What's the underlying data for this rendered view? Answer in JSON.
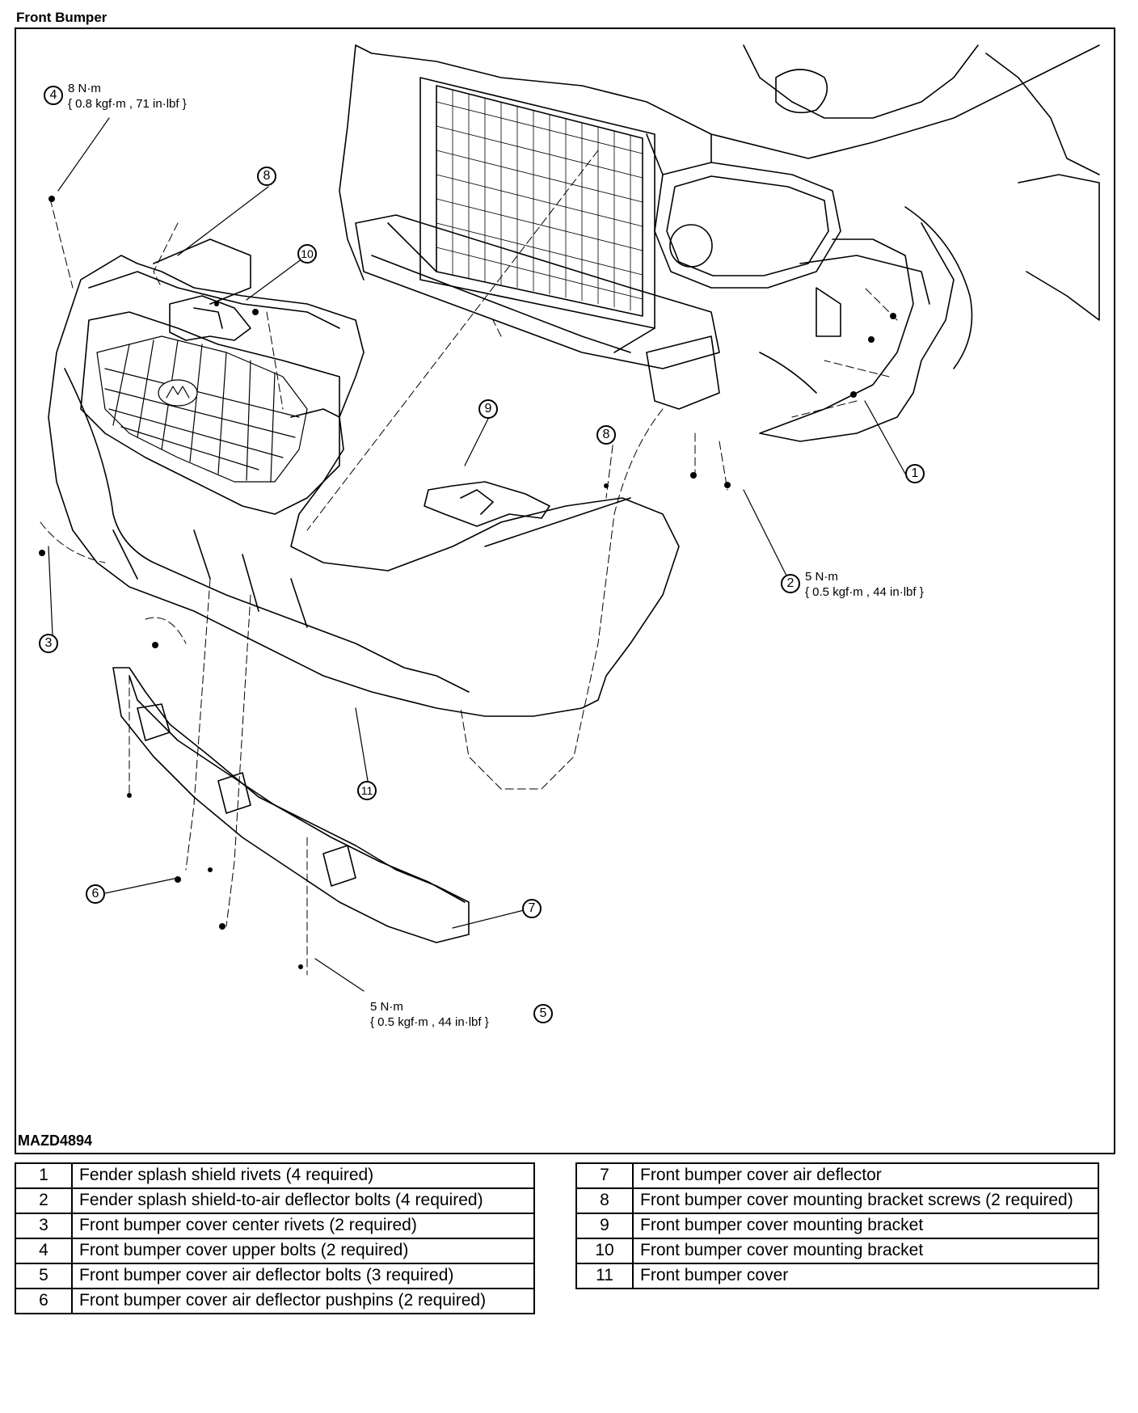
{
  "title": "Front Bumper",
  "figure_id": "MAZD4894",
  "callouts": [
    {
      "n": "1",
      "label": "1"
    },
    {
      "n": "2",
      "label": "2"
    },
    {
      "n": "3",
      "label": "3"
    },
    {
      "n": "4",
      "label": "4"
    },
    {
      "n": "5",
      "label": "5"
    },
    {
      "n": "6",
      "label": "6"
    },
    {
      "n": "7",
      "label": "7"
    },
    {
      "n": "8",
      "label": "8"
    },
    {
      "n": "8b",
      "label": "8"
    },
    {
      "n": "9",
      "label": "9"
    },
    {
      "n": "10",
      "label": "10"
    },
    {
      "n": "11",
      "label": "11"
    }
  ],
  "torque_specs": {
    "item4": {
      "line1": "8 N·m",
      "line2": "{ 0.8 kgf·m , 71 in·lbf }"
    },
    "item2": {
      "line1": "5 N·m",
      "line2": "{ 0.5 kgf·m , 44 in·lbf }"
    },
    "item5": {
      "line1": "5 N·m",
      "line2": "{ 0.5 kgf·m , 44 in·lbf }"
    }
  },
  "legend_left": [
    {
      "num": "1",
      "desc": "Fender splash shield rivets (4 required)"
    },
    {
      "num": "2",
      "desc": "Fender splash shield-to-air deflector bolts (4 required)"
    },
    {
      "num": "3",
      "desc": "Front bumper cover center rivets (2 required)"
    },
    {
      "num": "4",
      "desc": "Front bumper cover upper bolts (2 required)"
    },
    {
      "num": "5",
      "desc": "Front bumper cover air deflector bolts (3 required)"
    },
    {
      "num": "6",
      "desc": "Front bumper cover air deflector pushpins (2 required)"
    }
  ],
  "legend_right": [
    {
      "num": "7",
      "desc": "Front bumper cover air deflector"
    },
    {
      "num": "8",
      "desc": "Front bumper cover mounting bracket screws (2 required)"
    },
    {
      "num": "9",
      "desc": "Front bumper cover mounting bracket"
    },
    {
      "num": "10",
      "desc": "Front bumper cover mounting bracket"
    },
    {
      "num": "11",
      "desc": "Front bumper cover"
    }
  ]
}
